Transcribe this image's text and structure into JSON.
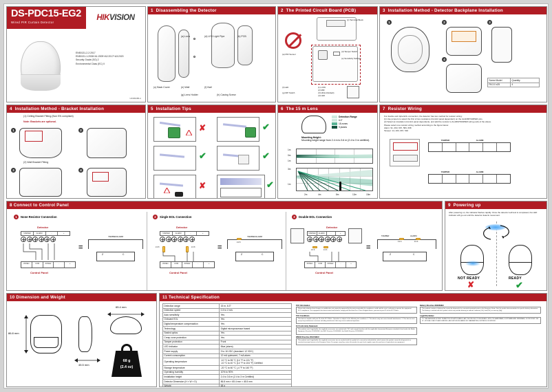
{
  "title_block": {
    "model": "DS-PDC15-EG2",
    "subtitle": "Wired PIR Curtain Detector",
    "brand_hik": "HIK",
    "brand_vision": "VISION",
    "certs": [
      "EN50131-2-2:2017",
      "EN50131-1:2006+A1:2009+A2:2017+A3:2020",
      "Security Grade (SG) 2",
      "Environmental Class (EC) II"
    ],
    "doc_code": "UD38628B-A"
  },
  "sections": {
    "s1": {
      "num": "1",
      "title": "Disassembling the Detector",
      "labels": [
        "(a) Lens",
        "(d) LED Light Pipe",
        "(b) PCB",
        "(c) Back Cover",
        "(e) Wall",
        "(f) Nail",
        "(g) Lens Holder",
        "(h) Casing Screw"
      ]
    },
    "s2": {
      "num": "2",
      "title": "The Printed Circuit Board (PCB)",
      "labels": [
        "(a) PIR Sensor",
        "(b) LED Light Pipe",
        "(c) Terminal Block",
        "(d) Tamper Switch",
        "(e) Sensitivity Settings",
        "(f) LED",
        "(g) DIP Switch"
      ],
      "dip": [
        "(1) LOW",
        "(2) MID",
        "(3) HIGH (Default)",
        "(4) LED"
      ]
    },
    "s3": {
      "num": "3",
      "title": "Installation Method - Detector Backplane Installation",
      "steps": [
        "1",
        "2",
        "3",
        "4"
      ],
      "table": {
        "headers": [
          "Screw Model",
          "Quantity"
        ],
        "rows": [
          [
            "PA 3.0 x25",
            "4"
          ]
        ]
      }
    },
    "s4": {
      "num": "4",
      "title": "Installation Method - Bracket Installation",
      "sub1": "(1) Ceiling Bracket Fitting (Non EN compliant)",
      "note": "Note: Brackets are optional.",
      "sub2": "(2) Wall Bracket Fitting",
      "steps": [
        "1",
        "2",
        "3",
        "4"
      ]
    },
    "s5": {
      "num": "5",
      "title": "Installation Tips",
      "marks": [
        "cross",
        "tick",
        "tick",
        "tick",
        "cross",
        "tick"
      ]
    },
    "s6": {
      "num": "6",
      "title": "The 15 m Lens",
      "legend_title": "Detection Range",
      "legend": [
        "6.3°",
        "18 zones",
        "9 planes"
      ],
      "mount_title": "Mounting Height:",
      "mount_text": "Mounting height range from 2.4 m to 3.6 m (2.4 to 3 m certified)."
    },
    "s7": {
      "num": "7",
      "title": "Resistor Wiring",
      "intro": "For double and triple EOL connection, the detector has two method for resistor wiring:",
      "bullets": [
        "(1) Use jumpers to select the first of two resistance (Control panel dependent) on the ALARM/TAMPER pins.",
        "(2) Select an insulation (Control panel dependent), and add the resistor to ALARM/TAMPER wiring ends of the above.",
        "Please select one resistor wiring method according to the figure below:"
      ],
      "refs": [
        "Alarm: 91, 263, 667, 584, 668",
        "Tamper: 14, 263, 667, 546"
      ],
      "terminals": [
        "TAMPER",
        "ALARM"
      ]
    },
    "s8": {
      "num": "8",
      "title": "Connect to Control Panel",
      "diagrams": [
        {
          "num": "1",
          "title": "None Resistor Connection",
          "detector": "Detector",
          "panel": "Control Panel",
          "terms": [
            "TAMPER",
            "ALARM",
            "-",
            "+"
          ],
          "panel_terms": [
            "ZONE1",
            "COM",
            "ZONE2",
            "-",
            "+"
          ],
          "eq_top": "TAMPER/ALARM",
          "eq_z": "Z",
          "eq_c": "C"
        },
        {
          "num": "2",
          "title": "Single EOL Connection",
          "detector": "Detector",
          "panel": "Control Panel",
          "terms": [
            "TAMPER",
            "ALARM",
            "-",
            "+"
          ],
          "panel_terms": [
            "ZONE1",
            "COM",
            "ZONE2",
            "-",
            "+"
          ],
          "eq_top": "TAMPER/ALARM",
          "eq_z": "Z",
          "eq_c": "C",
          "res": "2.2 K"
        },
        {
          "num": "3",
          "title": "Double EOL Connection",
          "detector": "Detector",
          "panel": "Control Panel",
          "terms": [
            "TAMPER",
            "ALARM",
            "-",
            "+"
          ],
          "panel_terms": [
            "ZONE1",
            "COM",
            "ZONE2",
            "-",
            "+"
          ],
          "eq_top_a": "TAMPER",
          "eq_top_b": "ALARM",
          "eq_z": "Z",
          "eq_c": "C",
          "res": "2.2 K"
        }
      ]
    },
    "s9": {
      "num": "9",
      "title": "Powering up",
      "text": "After powering on, the indicator flashes rapidly. Once the detector self-test is completed, the LED indicator will go out until the detector detects movement.",
      "not_ready": "NOT READY",
      "ready": "READY"
    },
    "s10": {
      "num": "10",
      "title": "Dimension and Weight",
      "dims": [
        "86.8 mm",
        "45.5 mm",
        "65.4 mm"
      ],
      "weight_g": "68 g",
      "weight_oz": "(2.4 oz)"
    },
    "s11": {
      "num": "11",
      "title": "Technical Specification"
    }
  },
  "spec_table": {
    "rows": [
      [
        "Detection range",
        "15 m, 6.3°"
      ],
      [
        "Detection speed",
        "0.3 to 2 m/s"
      ],
      [
        "Auto sensitivity",
        "Yes"
      ],
      [
        "Onboard EOL",
        "Yes"
      ],
      [
        "Digital temperature compensation",
        "Yes"
      ],
      [
        "Technology",
        "Digital microprocessor based"
      ],
      [
        "Sealed optics",
        "Yes"
      ],
      [
        "Creep zone protection",
        "Yes"
      ],
      [
        "Tamper protection",
        "Front"
      ],
      [
        "LED indicator",
        "Blue (alarm)"
      ],
      [
        "Power supply",
        "9 to 16 VDC (standard: 12 VDC)"
      ],
      [
        "Current consumption",
        "12 mA quiescent, 7 mA alarm"
      ],
      [
        "Operating temperature",
        "-10 °C to 55 °C (14 °F to 131 °F)\n-10 °C to 40 °C (14 °F to 104 °F) Certified"
      ],
      [
        "Storage temperature",
        "-20 °C to 60 °C (-4 °F to 140 °F)"
      ],
      [
        "Operating humidity",
        "10% to 90%"
      ],
      [
        "Installation height",
        "2.4 to 3.6 m (2.4 to 3 m Certified)"
      ],
      [
        "Detector Dimension (H × W × D)",
        "86.8 mm × 65.4 mm × 45.5 mm"
      ],
      [
        "Weight",
        "68 g"
      ],
      [
        "Bracket",
        "Optional wall & ceiling accessory"
      ]
    ]
  },
  "regulatory": {
    "blocks": [
      {
        "heading": "FCC Information",
        "body": "Please take attention that changes or modification not expressly approved by the party responsible for compliance could void the user's authority to operate the equipment. FCC compliance: This equipment has been tested and found to comply with the limits for a Class B digital device, pursuant to part 15 of the FCC Rules."
      },
      {
        "heading": "FCC Conditions",
        "body": "This device complies with part 15 of the FCC Rules. Operation is subject to the following two conditions: 1. This device may not cause harmful interference. 2. This device must accept any interference received, including interference that may cause undesired operation."
      },
      {
        "heading": "EU Conformity Statement",
        "body": "This product and, if applicable, the supplied accessories are marked with \"CE\" and comply therefore with the applicable harmonized European standards listed under the Radio Equipment Directive 2014/53/EU, the EMC Directive 2014/30/EU, the RoHS Directive 2011/65/EU."
      },
      {
        "heading": "WEEE Directive 2012/19/EU",
        "body": "This product and, if applicable, the supplied accessories too are marked with the symbol of a crossed out wheeled bin, which means the product cannot be disposed of as unsorted municipal waste in the European Union. For proper recycling, return this product to your local supplier upon the purchase of equivalent new equipment."
      },
      {
        "heading": "Battery Directive 2006/66/EC",
        "body": "This product contains a battery that cannot be disposed of as unsorted municipal waste in the European Union. See the product documentation for specific battery information. The battery is marked with this symbol, which may include lettering to indicate cadmium (Cd), lead (Pb), or mercury (Hg)."
      },
      {
        "heading": "Legal Disclaimer",
        "body": "TO THE MAXIMUM EXTENT PERMITTED BY APPLICABLE LAW, THE PRODUCT DESCRIBED, WITH ITS HARDWARE, SOFTWARE AND FIRMWARE, IS PROVIDED \"AS IS\", WITH ALL FAULTS AND ERRORS, AND HIKVISION MAKES NO WARRANTIES, EXPRESS OR IMPLIED."
      }
    ]
  },
  "colors": {
    "brand_red": "#b01c24",
    "tick_green": "#1f9d3f",
    "cross_red": "#d7262d",
    "beam": "#7882c8",
    "lens_green": "#2e9e78"
  },
  "chart_data": {
    "type": "area",
    "title": "Detection Range",
    "legend": [
      {
        "label": "6.3°",
        "color": "#cfe9df"
      },
      {
        "label": "18 zones",
        "color": "#57b394"
      },
      {
        "label": "9 planes",
        "color": "#12503d"
      }
    ],
    "top_view": {
      "ylabel_ticks": [
        "1m",
        "0m",
        "1m"
      ],
      "ylim": [
        -1,
        1
      ]
    },
    "side_view": {
      "ylabel_ticks": [
        "3m",
        "1m"
      ],
      "ylim": [
        0,
        3
      ]
    },
    "x_ticks": [
      "2m",
      "4m",
      "8m",
      "12m",
      "15m"
    ],
    "xlim": [
      0,
      15
    ],
    "xlabel": "",
    "ylabel": "",
    "grid": true
  }
}
